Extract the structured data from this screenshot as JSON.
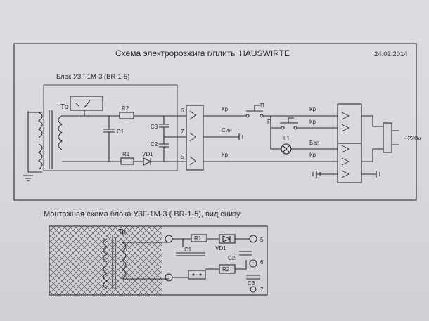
{
  "diagram": {
    "title": "Схема электророзжига г/плиты HAUSWIRTE",
    "date": "24.02.2014",
    "block_title": "Блок УЗГ-1М-3  (BR-1-5)",
    "mount_title": "Монтажная схема блока УЗГ-1М-3 ( BR-1-5), вид снизу",
    "labels": {
      "tr": "Тр",
      "r1": "R1",
      "r2": "R2",
      "c1": "C1",
      "c2": "C2",
      "c3": "C3",
      "vd1": "VD1",
      "l1": "L1",
      "n6": "6",
      "n7": "7",
      "n5": "5",
      "kr": "Кр",
      "sin": "Син",
      "bel": "Бел",
      "p": "П",
      "v220": "~220v"
    }
  }
}
